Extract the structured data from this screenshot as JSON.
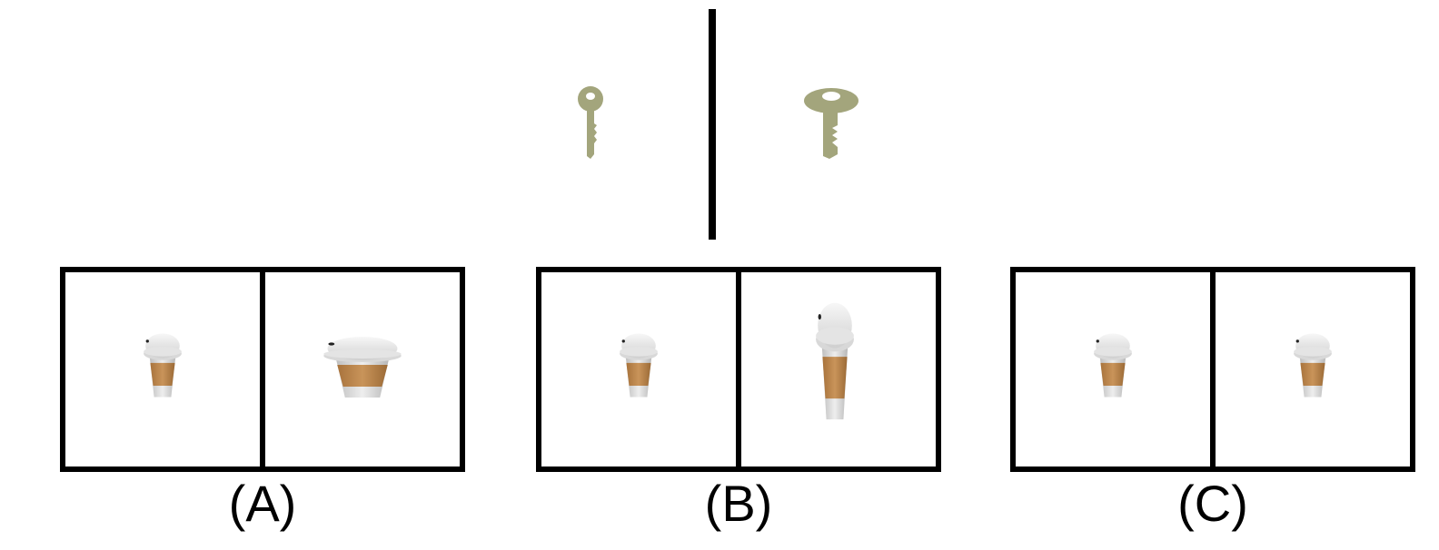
{
  "colors": {
    "key": "#a3a57c",
    "key_dark": "#8d8f68",
    "cup_sleeve": "#c08a4e",
    "cup_lid": "#e9e9e9",
    "frame": "#000000"
  },
  "icons": {
    "example_left": "key-icon",
    "example_right": "key-icon",
    "cups": "coffee-cup-icon"
  },
  "options": [
    {
      "label": "(A)"
    },
    {
      "label": "(B)"
    },
    {
      "label": "(C)"
    }
  ]
}
